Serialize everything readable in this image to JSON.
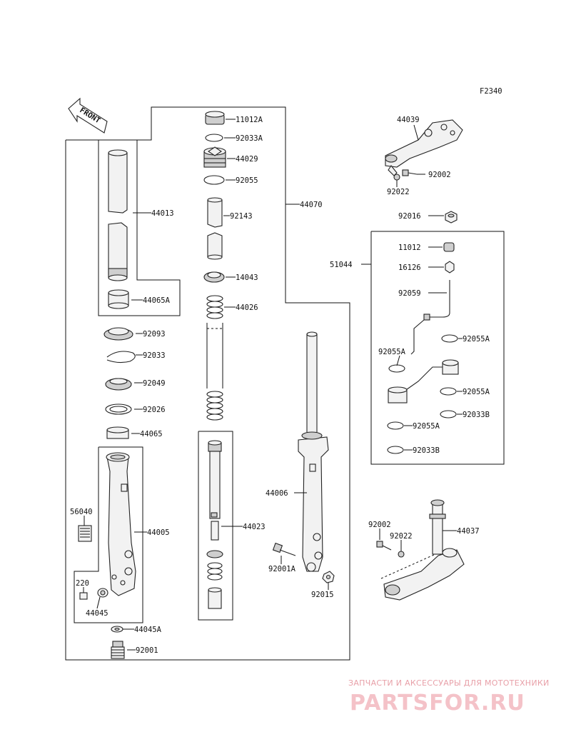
{
  "figure_code": "F2340",
  "front_label": "FRONT",
  "parts": {
    "p11012A": "11012A",
    "p92033A": "92033A",
    "p44029": "44029",
    "p92055": "92055",
    "p92143": "92143",
    "p44070": "44070",
    "p14043": "14043",
    "p44026": "44026",
    "p44013": "44013",
    "p44065A": "44065A",
    "p92093": "92093",
    "p92033": "92033",
    "p92049": "92049",
    "p92026": "92026",
    "p44065": "44065",
    "p56040": "56040",
    "p44005": "44005",
    "p220": "220",
    "p44045": "44045",
    "p44045A": "44045A",
    "p92001": "92001",
    "p44023": "44023",
    "p44006": "44006",
    "p92001A": "92001A",
    "p92015": "92015",
    "p44039": "44039",
    "p92002_top": "92002",
    "p92022_top": "92022",
    "p92016": "92016",
    "p51044": "51044",
    "p11012": "11012",
    "p16126": "16126",
    "p92059": "92059",
    "p92055A_1": "92055A",
    "p92055A_2": "92055A",
    "p92055A_3": "92055A",
    "p92033B_1": "92033B",
    "p92055A_4": "92055A",
    "p92033B_2": "92033B",
    "p92002_bot": "92002",
    "p92022_bot": "92022",
    "p44037": "44037"
  },
  "watermark": {
    "caption": "ЗАПЧАСТИ И АКСЕССУАРЫ ДЛЯ МОТОТЕХНИКИ",
    "logo": "PARTSFOR.RU"
  }
}
